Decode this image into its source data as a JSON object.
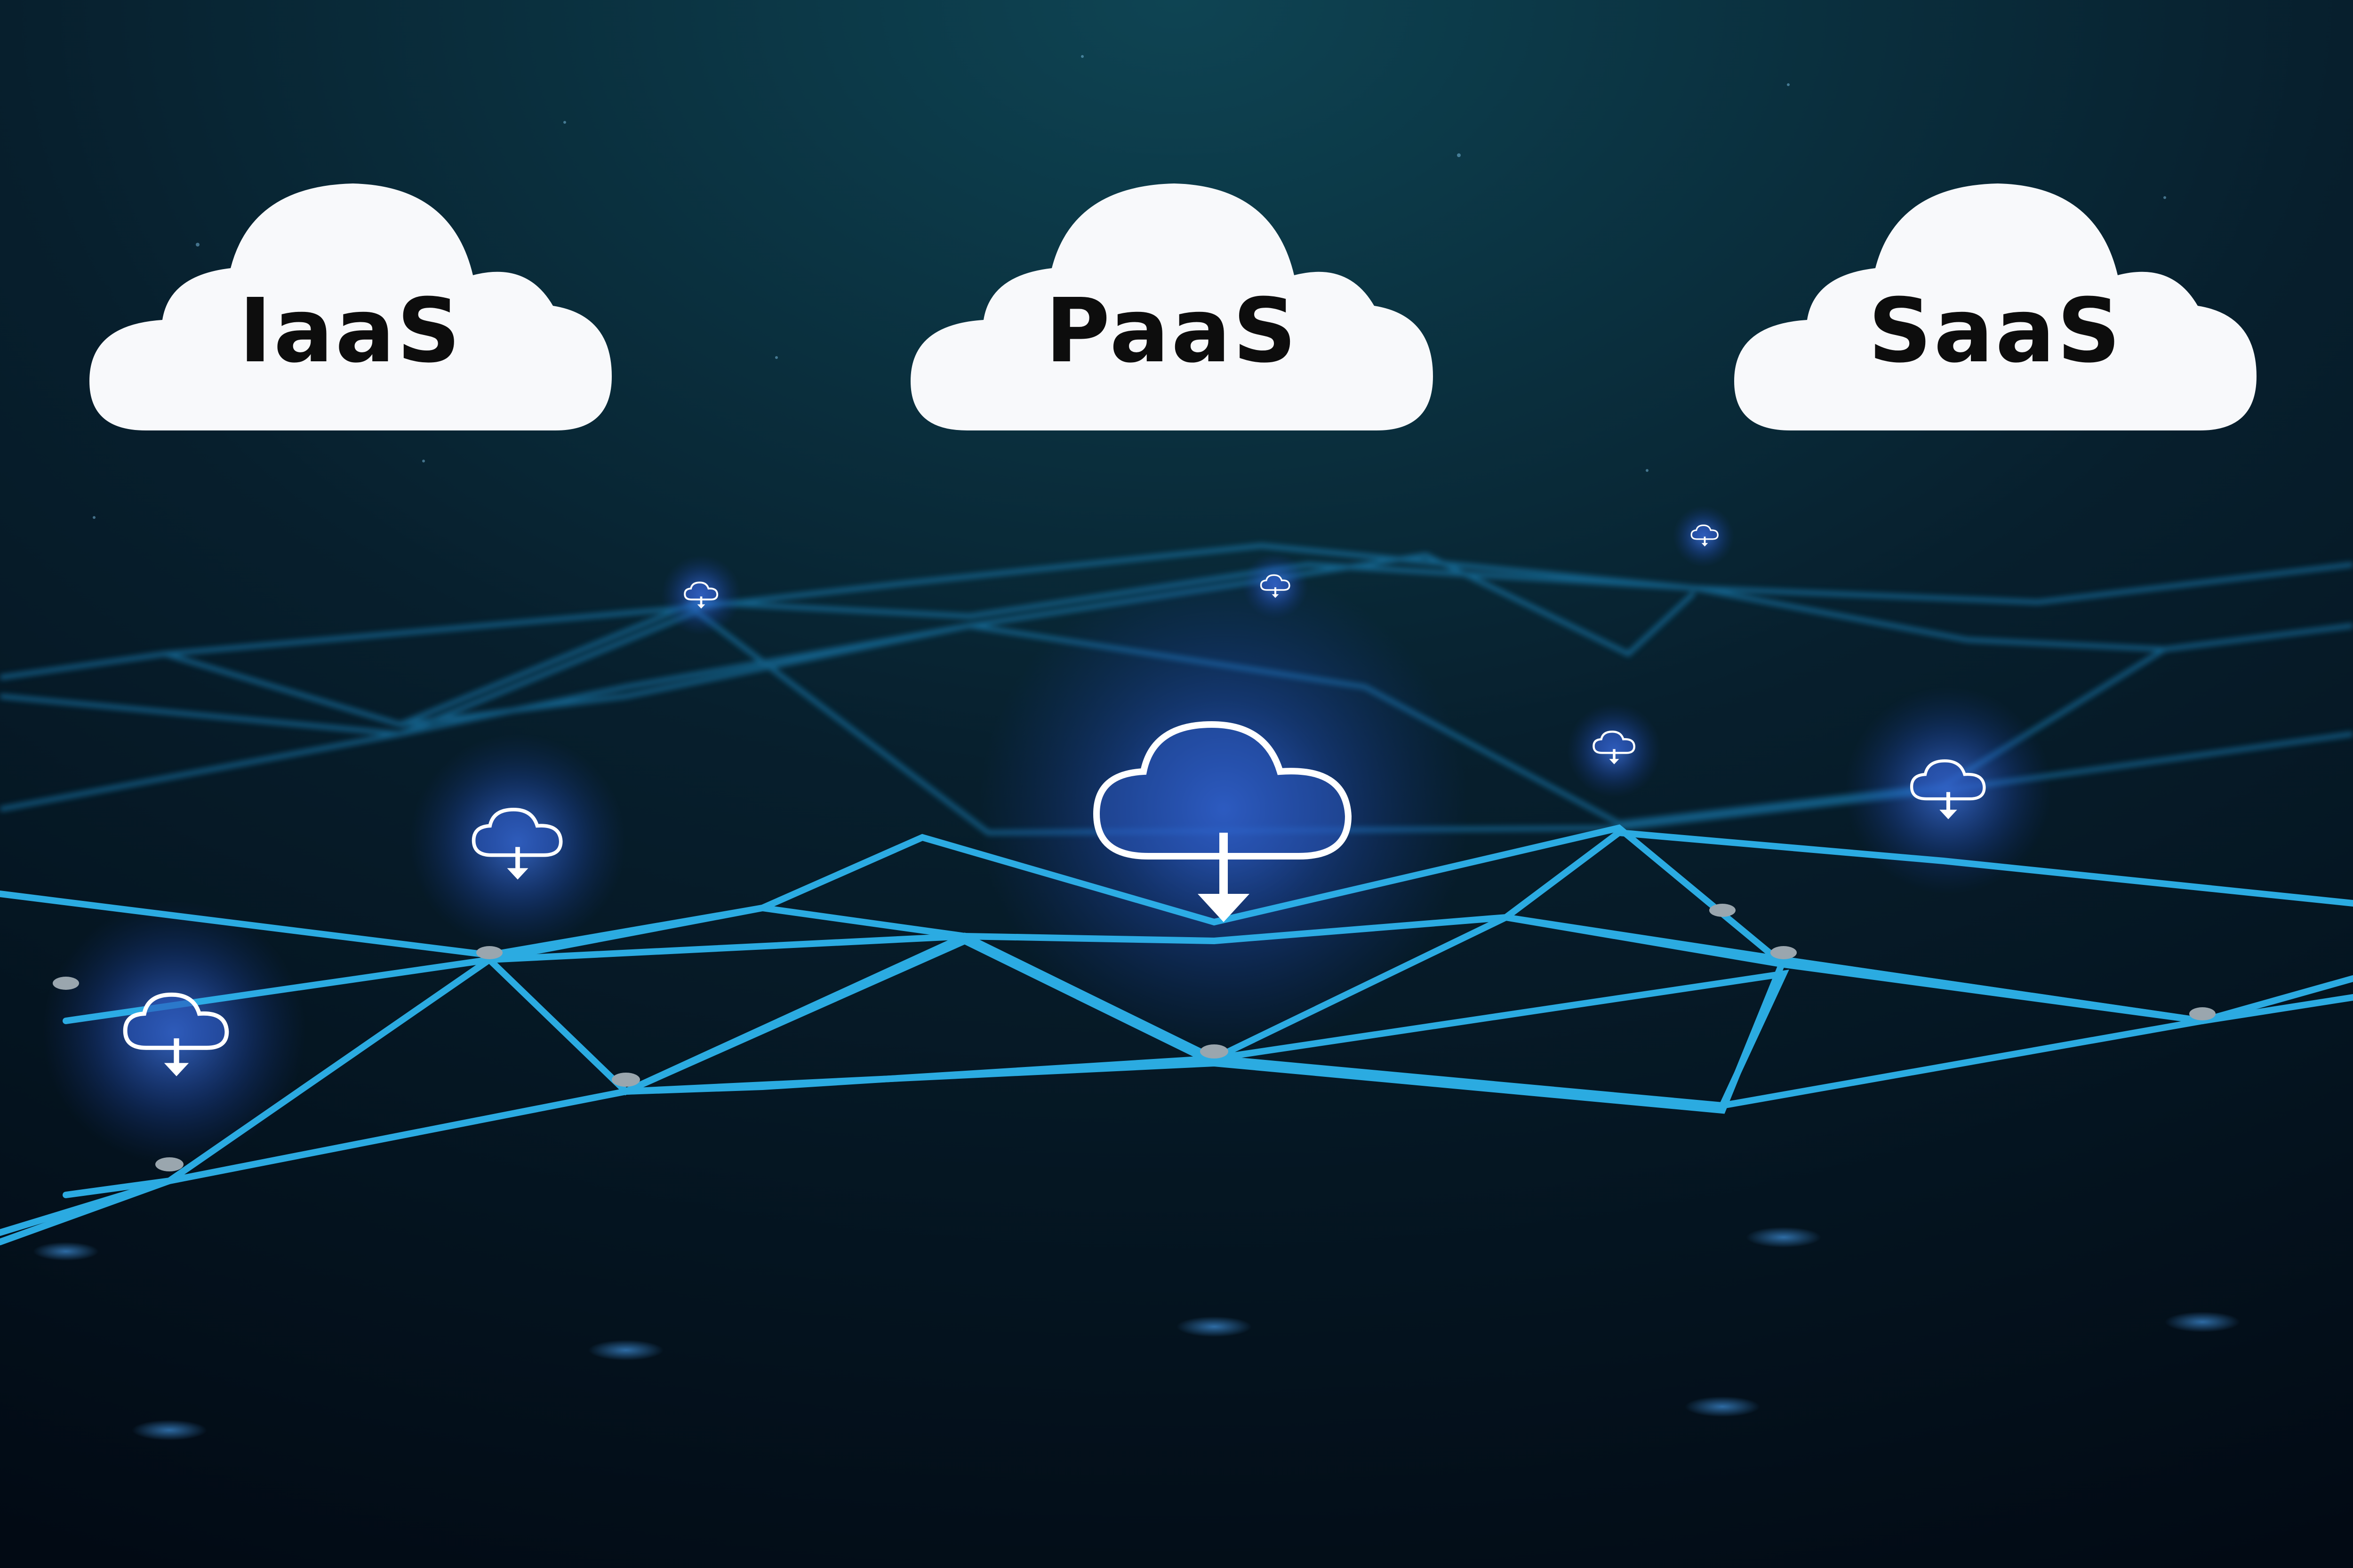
{
  "labels": {
    "iaas": "IaaS",
    "paas": "PaaS",
    "saas": "SaaS"
  },
  "icons": {
    "label_cloud": "cloud-icon",
    "download": "cloud-download-icon"
  },
  "colors": {
    "background_top": "#0b3a4a",
    "background_bottom": "#030d18",
    "network_line": "#29a8e6",
    "glow": "#3a7bff",
    "cloud_fill": "#f8f9fb",
    "label_text": "#0d0d0d"
  }
}
